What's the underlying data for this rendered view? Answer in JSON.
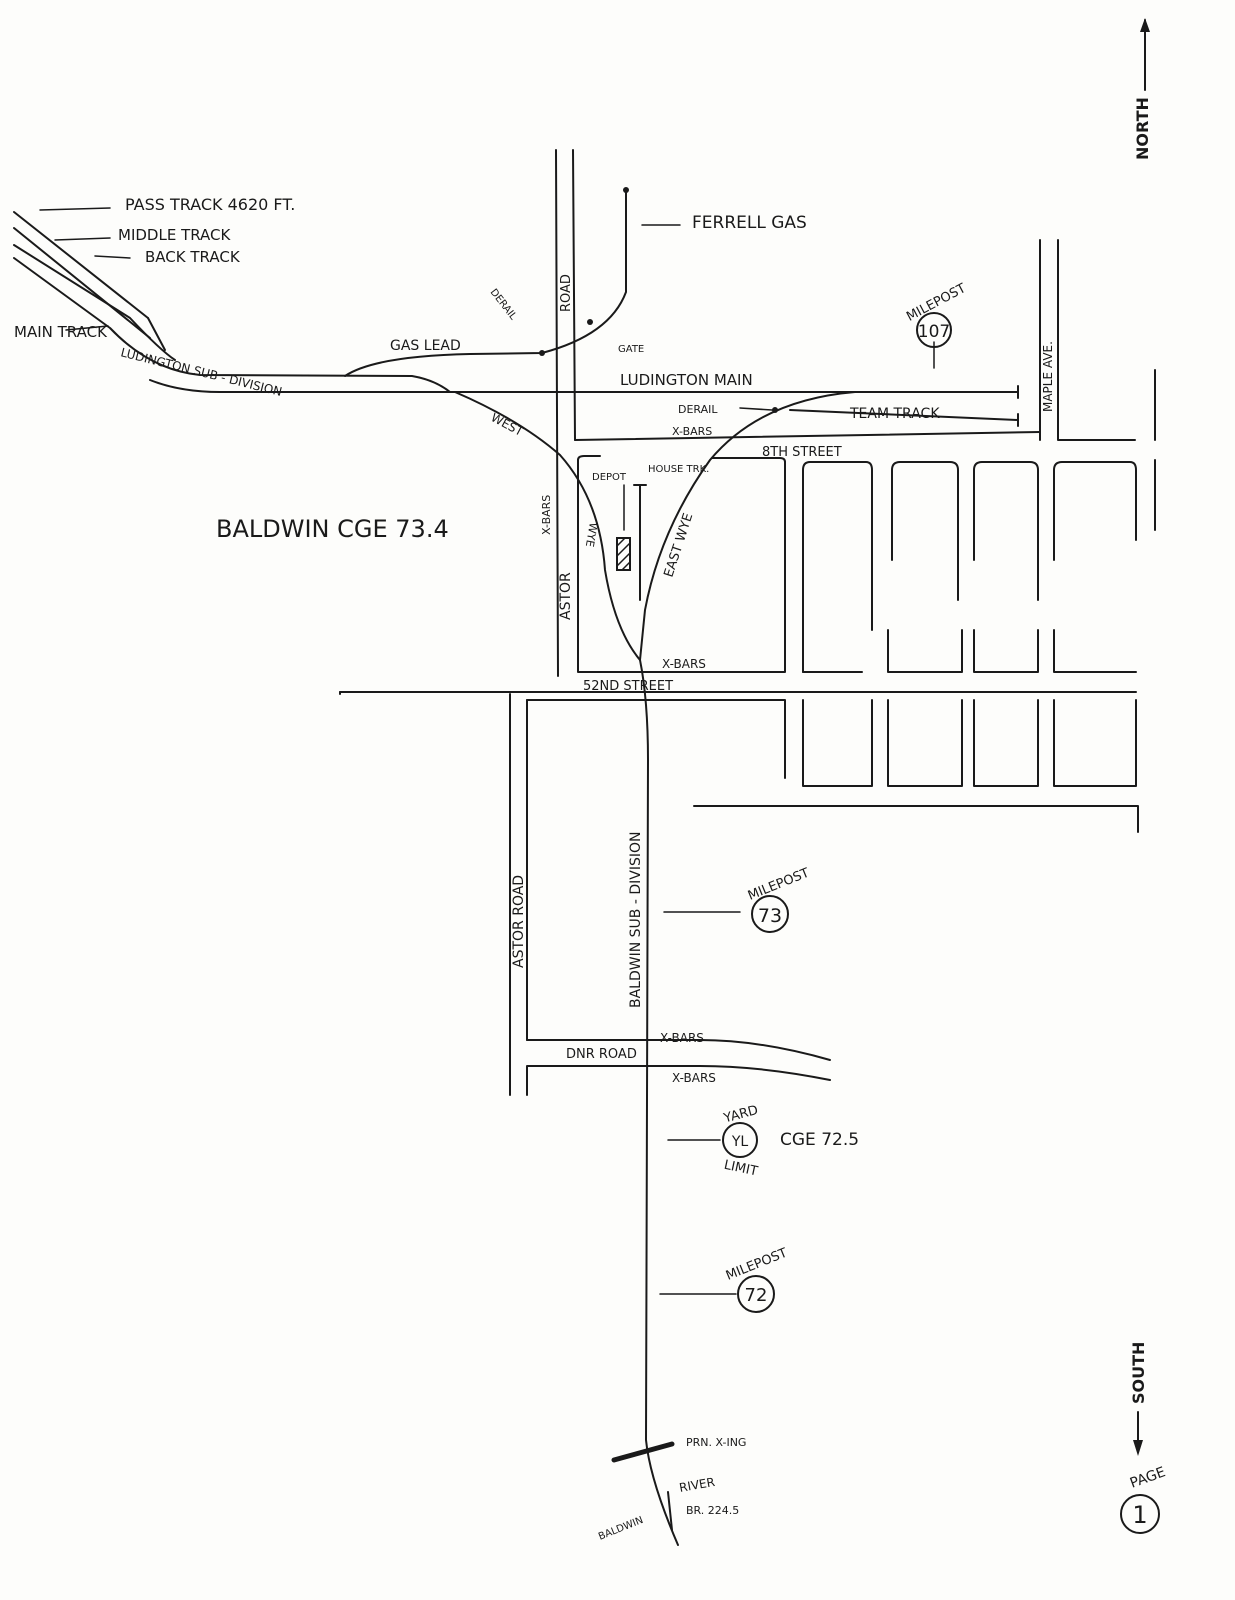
{
  "map": {
    "tracks": {
      "pass_track": "PASS TRACK 4620 FT.",
      "middle_track": "MIDDLE TRACK",
      "back_track": "BACK TRACK",
      "main_track": "MAIN TRACK",
      "ludington_subdivision": "LUDINGTON SUB - DIVISION",
      "ludington_main": "LUDINGTON MAIN",
      "team_track": "TEAM TRACK",
      "gas_lead": "GAS LEAD",
      "west_wye": "WEST",
      "wye": "WYE",
      "east_wye": "EAST WYE",
      "house_track": "HOUSE TRK.",
      "baldwin_subdivision": "BALDWIN SUB - DIVISION"
    },
    "features": {
      "ferrell_gas": "FERRELL GAS",
      "derail": "DERAIL",
      "gate": "GATE",
      "depot": "DEPOT",
      "x_bars": "X-BARS",
      "prn_xing": "PRN. X-ING",
      "river": "RIVER",
      "bridge": "BR. 224.5",
      "baldwin_river": "BALDWIN"
    },
    "streets": {
      "astor_road": "ASTOR ROAD",
      "astor": "ASTOR",
      "road": "ROAD",
      "maple_ave": "MAPLE AVE.",
      "eighth_street": "8TH STREET",
      "fiftysecond_street": "52ND STREET",
      "dnr_road": "DNR ROAD"
    },
    "station": "BALDWIN CGE 73.4",
    "mileposts": {
      "label": "MILEPOST",
      "mp107": "107",
      "mp73": "73",
      "mp72": "72"
    },
    "yard_limit": {
      "yard": "YARD",
      "yl": "YL",
      "limit": "LIMIT",
      "cge": "CGE 72.5"
    },
    "compass": {
      "north": "NORTH",
      "south": "SOUTH"
    },
    "page": {
      "label": "PAGE",
      "number": "1"
    }
  }
}
